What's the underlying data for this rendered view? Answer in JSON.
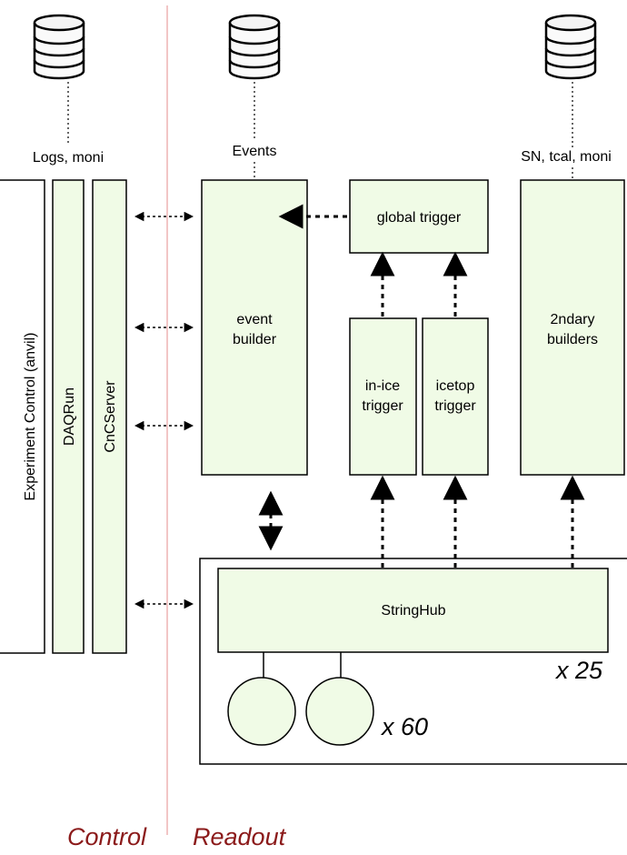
{
  "databases": [
    {
      "label": "Logs, moni"
    },
    {
      "label": "Events"
    },
    {
      "label": "SN, tcal, moni"
    }
  ],
  "boxes": {
    "experiment_control": "Experiment Control (anvil)",
    "daqrun": "DAQRun",
    "cncserver": "CnCServer",
    "event_builder": [
      "event",
      "builder"
    ],
    "global_trigger": "global trigger",
    "in_ice_trigger": [
      "in-ice",
      "trigger"
    ],
    "icetop_trigger": [
      "icetop",
      "trigger"
    ],
    "secondary_builders": [
      "2ndary",
      "builders"
    ],
    "stringhub": "StringHub"
  },
  "multipliers": {
    "stringhub": "x 25",
    "doms": "x 60"
  },
  "sections": {
    "control": "Control",
    "readout": "Readout"
  },
  "colors": {
    "box_fill": "#f0fbe6",
    "section_label": "#8b1a1a",
    "divider_line": "#e8a0a0"
  },
  "icons": {
    "database": "database-icon",
    "dom": "dom-circle"
  }
}
